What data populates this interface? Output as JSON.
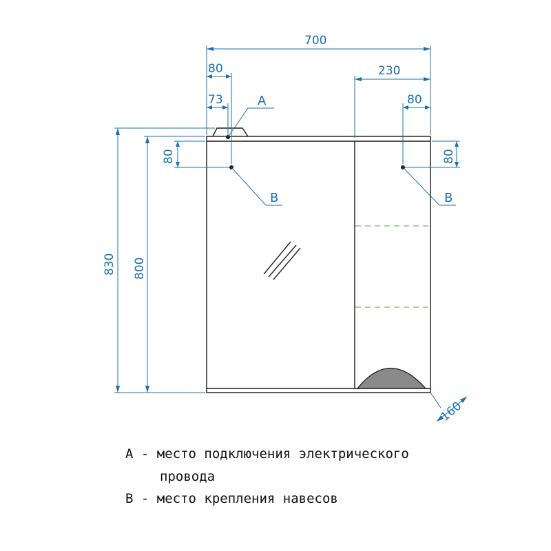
{
  "dimensions": {
    "total_width": "700",
    "left_offset": "80",
    "left_inner": "73",
    "right_module": "230",
    "right_offset": "80",
    "total_height": "830",
    "body_height": "800",
    "left_vertical": "80",
    "right_vertical": "80",
    "depth": "160"
  },
  "markers": {
    "a_label": "A",
    "b_left_label": "B",
    "b_right_label": "B"
  },
  "legend": {
    "a_line1": "A - место подключения электрического",
    "a_line2": "провода",
    "b_line": "B - место крепления навесов"
  }
}
